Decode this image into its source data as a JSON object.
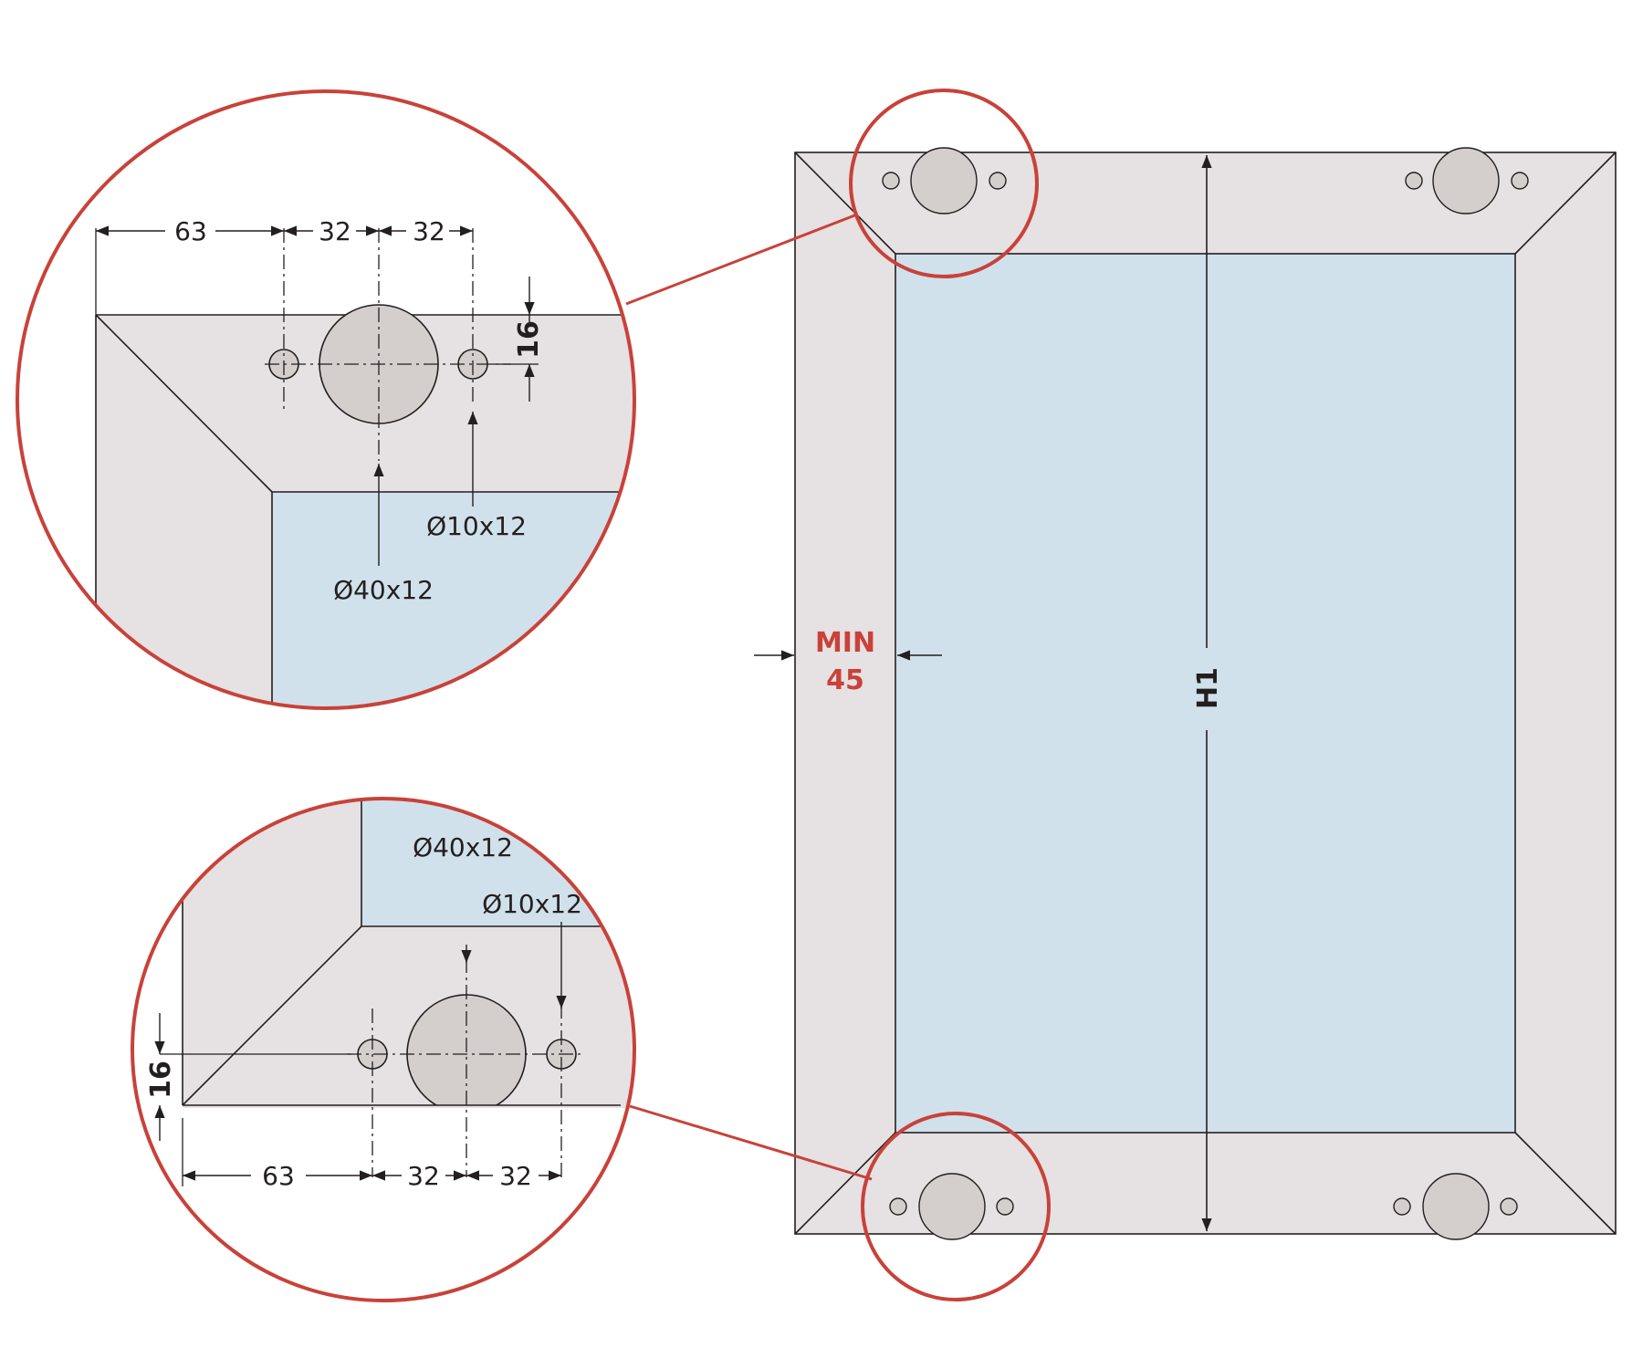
{
  "colors": {
    "frame": "#e6e1e2",
    "glass": "#d1e1eb",
    "hinge": "#d4cecd",
    "line": "#231f20",
    "callout": "#c8423a"
  },
  "main_frame": {
    "height_label": "H1",
    "min_width_line1": "MIN",
    "min_width_line2": "45"
  },
  "top_detail": {
    "dim_63": "63",
    "dim_32a": "32",
    "dim_32b": "32",
    "dim_16": "16",
    "big_hole": "Ø40x12",
    "small_hole": "Ø10x12"
  },
  "bottom_detail": {
    "dim_63": "63",
    "dim_32a": "32",
    "dim_32b": "32",
    "dim_16": "16",
    "big_hole": "Ø40x12",
    "small_hole": "Ø10x12"
  }
}
